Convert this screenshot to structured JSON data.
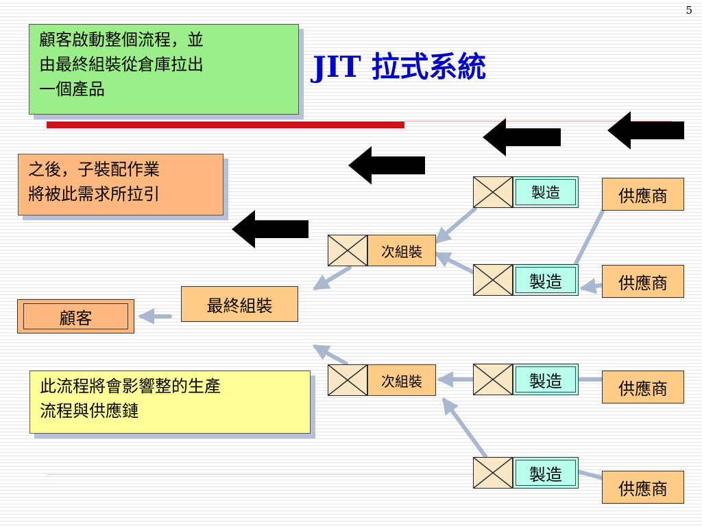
{
  "page_number": "5",
  "title": "JIT 拉式系統",
  "notes": {
    "customer_start": "顧客啟動整個流程，並\n由最終組裝從倉庫拉出\n一個產品",
    "subassembly_pull": "之後，子裝配作業\n將被此需求所拉引",
    "impact": "此流程將會影響整的生產\n流程與供應鏈"
  },
  "nodes": {
    "customer": "顧客",
    "final_assembly": "最終組裝",
    "sub_assembly": "次組裝",
    "manufacturing": "製造",
    "supplier": "供應商"
  },
  "colors": {
    "title": "#0000cc",
    "pull_arrow": "#000000",
    "flow_arrow": "#a9b8cf",
    "title_bar": "#d0101a"
  }
}
